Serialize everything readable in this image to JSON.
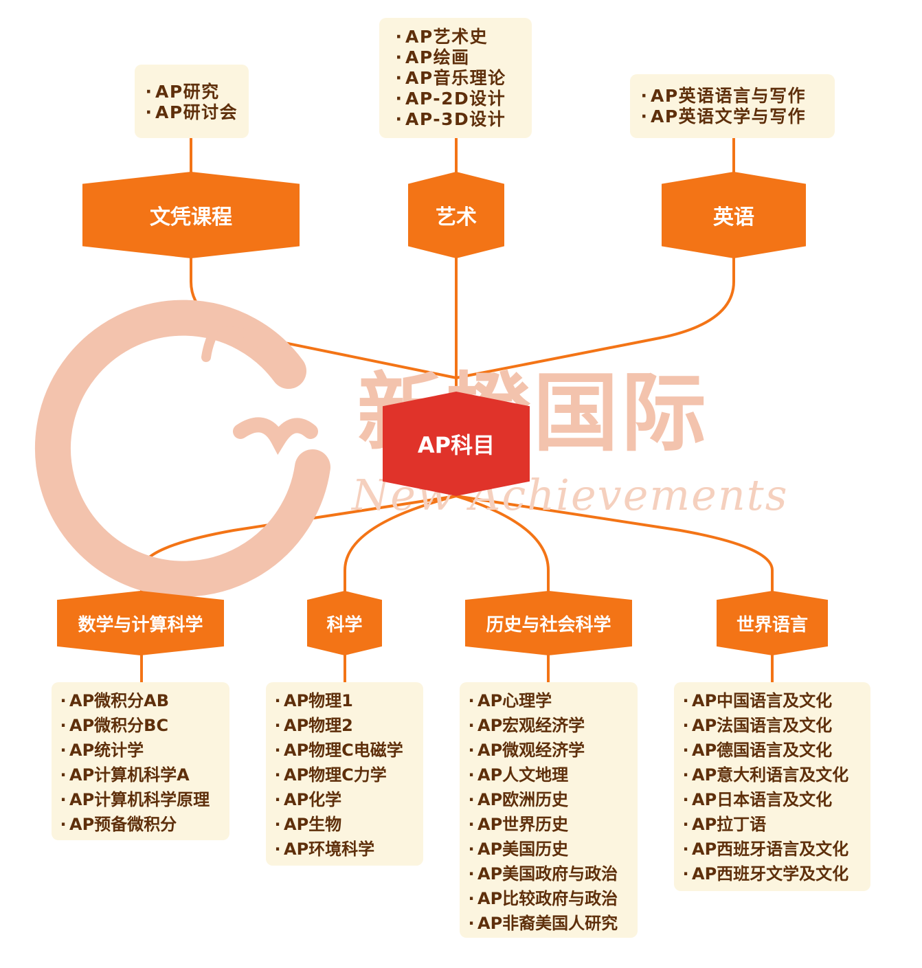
{
  "watermark": {
    "title": "新橙国际",
    "subtitle": "New Achievements"
  },
  "colors": {
    "accent": "#f37416",
    "root": "#e0332a",
    "box_bg": "#fcf5df",
    "text": "#5e2f0b"
  },
  "root": {
    "label": "AP科目"
  },
  "top_categories": [
    {
      "id": "humanities",
      "label": "文凭课程",
      "items": [
        "AP研究",
        "AP研讨会"
      ]
    },
    {
      "id": "arts",
      "label": "艺术",
      "items": [
        "AP艺术史",
        "AP绘画",
        "AP音乐理论",
        "AP-2D设计",
        "AP-3D设计"
      ]
    },
    {
      "id": "english",
      "label": "英语",
      "items": [
        "AP英语语言与写作",
        "AP英语文学与写作"
      ]
    }
  ],
  "bottom_categories": [
    {
      "id": "math",
      "label": "数学与计算科学",
      "items": [
        "AP微积分AB",
        "AP微积分BC",
        "AP统计学",
        "AP计算机科学A",
        "AP计算机科学原理",
        "AP预备微积分"
      ]
    },
    {
      "id": "science",
      "label": "科学",
      "items": [
        "AP物理1",
        "AP物理2",
        "AP物理C电磁学",
        "AP物理C力学",
        "AP化学",
        "AP生物",
        "AP环境科学"
      ]
    },
    {
      "id": "history",
      "label": "历史与社会科学",
      "items": [
        "AP心理学",
        "AP宏观经济学",
        "AP微观经济学",
        "AP人文地理",
        "AP欧洲历史",
        "AP世界历史",
        "AP美国历史",
        "AP美国政府与政治",
        "AP比较政府与政治",
        "AP非裔美国人研究"
      ]
    },
    {
      "id": "languages",
      "label": "世界语言",
      "items": [
        "AP中国语言及文化",
        "AP法国语言及文化",
        "AP德国语言及文化",
        "AP意大利语言及文化",
        "AP日本语言及文化",
        "AP拉丁语",
        "AP西班牙语言及文化",
        "AP西班牙文学及文化"
      ]
    }
  ]
}
